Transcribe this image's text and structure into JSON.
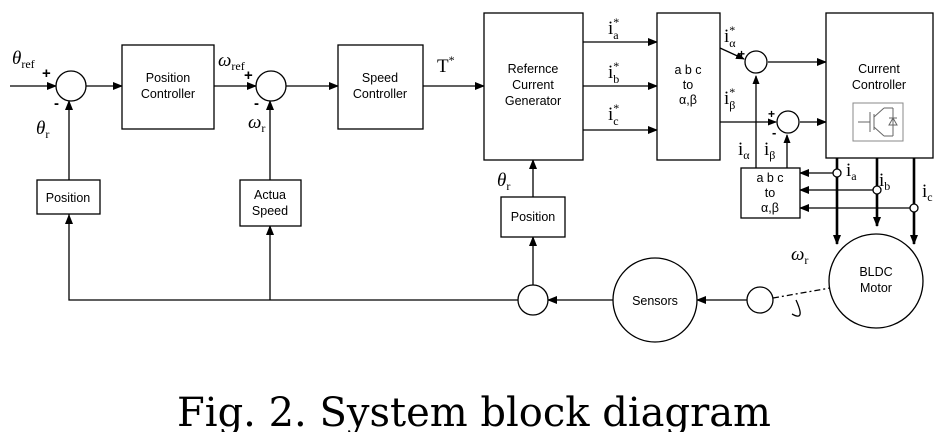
{
  "blocks": {
    "position_controller": [
      "Position",
      "Controller"
    ],
    "speed_controller": [
      "Speed",
      "Controller"
    ],
    "reference_current_generator": [
      "Refernce",
      "Current",
      "Generator"
    ],
    "abc_to_ab_top": [
      "a b c",
      "to",
      "α,β"
    ],
    "current_controller": [
      "Current",
      "Controller"
    ],
    "position_feedback_left": "Position",
    "actual_speed": [
      "Actua",
      "Speed"
    ],
    "position_feedback_mid": "Position",
    "abc_to_ab_bottom": [
      "a b c",
      "to",
      "α,β"
    ],
    "sensors": "Sensors",
    "motor": [
      "BLDC",
      "Motor"
    ]
  },
  "signals": {
    "theta": "θ",
    "omega": "ω",
    "sub_ref": "ref",
    "sub_r": "r",
    "torque": "T",
    "star": "*",
    "i": "i",
    "sub_a": "a",
    "sub_b": "b",
    "sub_c": "c",
    "sub_alpha": "α",
    "sub_beta": "β",
    "plus": "+",
    "minus": "-"
  },
  "caption": "Fig. 2. System block diagram"
}
